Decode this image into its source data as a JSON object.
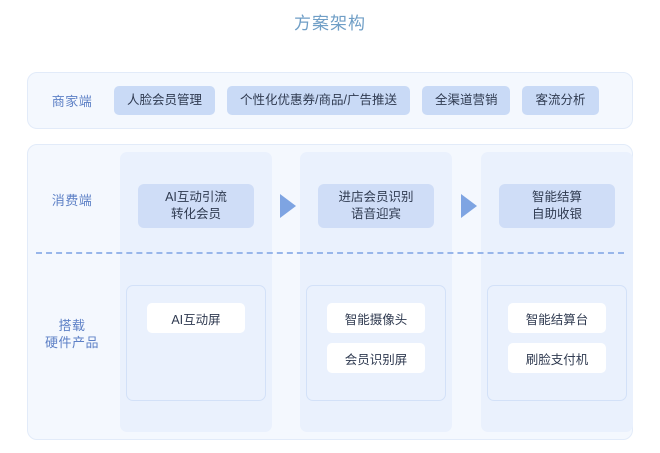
{
  "diagram": {
    "title": "方案架构",
    "title_color": "#6f9ec6",
    "accent_color": "#7ea4e2",
    "chip_color": "#c9daf6",
    "label_color": "#5d80c6"
  },
  "merchant_row": {
    "label": "商家端",
    "chips": [
      {
        "label": "人脸会员管理"
      },
      {
        "label": "个性化优惠券/商品/广告推送"
      },
      {
        "label": "全渠道营销"
      },
      {
        "label": "客流分析"
      }
    ]
  },
  "consumer_row": {
    "label": "消费端",
    "stages": [
      {
        "line1": "AI互动引流",
        "line2": "转化会员"
      },
      {
        "line1": "进店会员识别",
        "line2": "语音迎宾"
      },
      {
        "line1": "智能结算",
        "line2": "自助收银"
      }
    ],
    "arrow_icon": "triangle-right-icon"
  },
  "hardware_row": {
    "label_line1": "搭载",
    "label_line2": "硬件产品",
    "groups": [
      {
        "items": [
          {
            "label": "AI互动屏"
          }
        ]
      },
      {
        "items": [
          {
            "label": "智能摄像头"
          },
          {
            "label": "会员识别屏"
          }
        ]
      },
      {
        "items": [
          {
            "label": "智能结算台"
          },
          {
            "label": "刷脸支付机"
          }
        ]
      }
    ]
  }
}
